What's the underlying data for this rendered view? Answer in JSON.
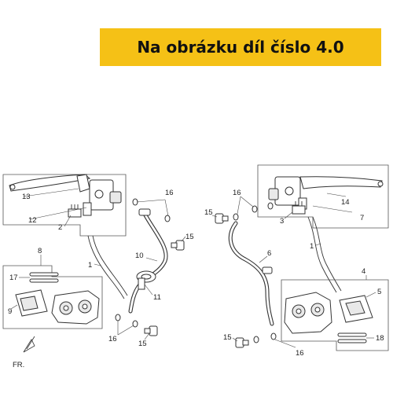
{
  "banner": {
    "text": "Na obrázku díl číslo 4.0"
  },
  "labels": {
    "l1a": "1",
    "l1b": "1",
    "l2": "2",
    "l3": "3",
    "l4": "4",
    "l5": "5",
    "l6": "6",
    "l7": "7",
    "l8": "8",
    "l9": "9",
    "l10": "10",
    "l11": "11",
    "l12": "12",
    "l13": "13",
    "l14": "14",
    "l15a": "15",
    "l15b": "15",
    "l15c": "15",
    "l15d": "15",
    "l16a": "16",
    "l16b": "16",
    "l16c": "16",
    "l16d": "16",
    "l17": "17",
    "l18": "18",
    "fr": "FR."
  },
  "colors": {
    "banner": "#f5c116",
    "ink": "#333333"
  }
}
